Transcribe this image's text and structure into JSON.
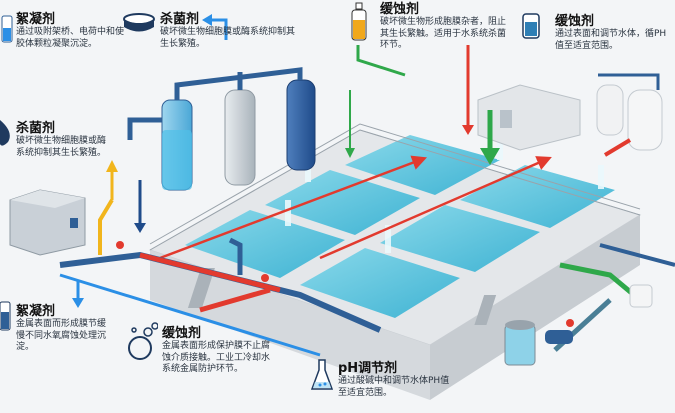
{
  "labels": [
    {
      "id": "coagulant-top",
      "title": "絮凝剂",
      "desc": "通过吸附架桥、电荷中和使胶体颗粒凝聚沉淀。",
      "icon": "bottle-icon"
    },
    {
      "id": "biocide-top",
      "title": "杀菌剂",
      "desc": "破坏微生物细胞膜或酶系统抑制其生长繁殖。",
      "icon": "dish-icon"
    },
    {
      "id": "inhibitor-top",
      "title": "缓蚀剂",
      "desc": "破坏微生物形成胞膜杂者，阻止其生长繁触。适用于水系统杀菌环节。",
      "icon": "bottle-icon"
    },
    {
      "id": "inhibitor-topright",
      "title": "缓蚀剂",
      "desc": "通过表面和调节水体，循PH值至适宜范围。",
      "icon": "beaker-icon"
    },
    {
      "id": "biocide-left",
      "title": "杀菌剂",
      "desc": "破坏微生物细胞膜或酶系统抑制其生长繁殖。",
      "icon": "drop-icon"
    },
    {
      "id": "coagulant-left",
      "title": "絮凝剂",
      "desc": "金属表面而形成膜节缓慢不同水氧腐蚀处理沉淀。",
      "icon": "bottle-icon"
    },
    {
      "id": "inhibitor-bottom",
      "title": "缓蚀剂",
      "desc": "金属表面形成保护膜不止腐蚀介质接触。工业工冷却水系统金属防护环节。",
      "icon": "bubbles-icon"
    },
    {
      "id": "ph-adjuster",
      "title": "pH调节剂",
      "desc": "通过酸碱中和调节水体PH值至适宜范围。",
      "icon": "flask-icon"
    }
  ],
  "colors": {
    "water": "#5cc3dc",
    "pipe_blue": "#2f5f96",
    "pipe_red": "#e23a2e",
    "pipe_green": "#2fa84a",
    "pipe_yellow": "#f1b51c",
    "arrow_blue": "#2b8fe6",
    "concrete": "#e6e9ec"
  }
}
